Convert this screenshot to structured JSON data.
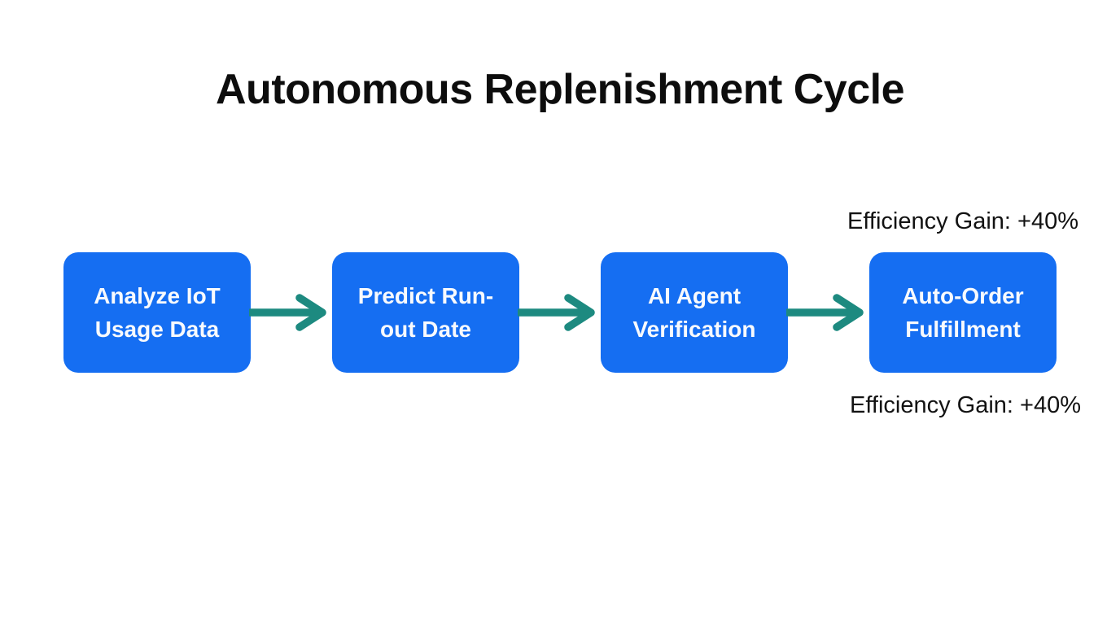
{
  "title": "Autonomous Replenishment Cycle",
  "flow": {
    "steps": [
      {
        "label": "Analyze IoT Usage Data",
        "lines": [
          "Analyze IoT",
          "Usage Data"
        ]
      },
      {
        "label": "Predict Run-out Date",
        "lines": [
          "Predict Run-",
          "out Date"
        ]
      },
      {
        "label": "AI Agent Verification",
        "lines": [
          "AI Agent",
          "Verification"
        ]
      },
      {
        "label": "Auto-Order Fulfillment",
        "lines": [
          "Auto-Order",
          "Fulfillment"
        ]
      }
    ],
    "arrow_count": 3,
    "direction": "left-to-right"
  },
  "annotations": {
    "top": "Efficiency Gain: +40%",
    "bottom": "Efficiency Gain: +40%"
  },
  "colors": {
    "background": "#ffffff",
    "box_fill": "#156ef2",
    "box_text": "#f8fafd",
    "arrow": "#1d8a80",
    "title_text": "#0d0d0d",
    "annotation_text": "#121212"
  }
}
